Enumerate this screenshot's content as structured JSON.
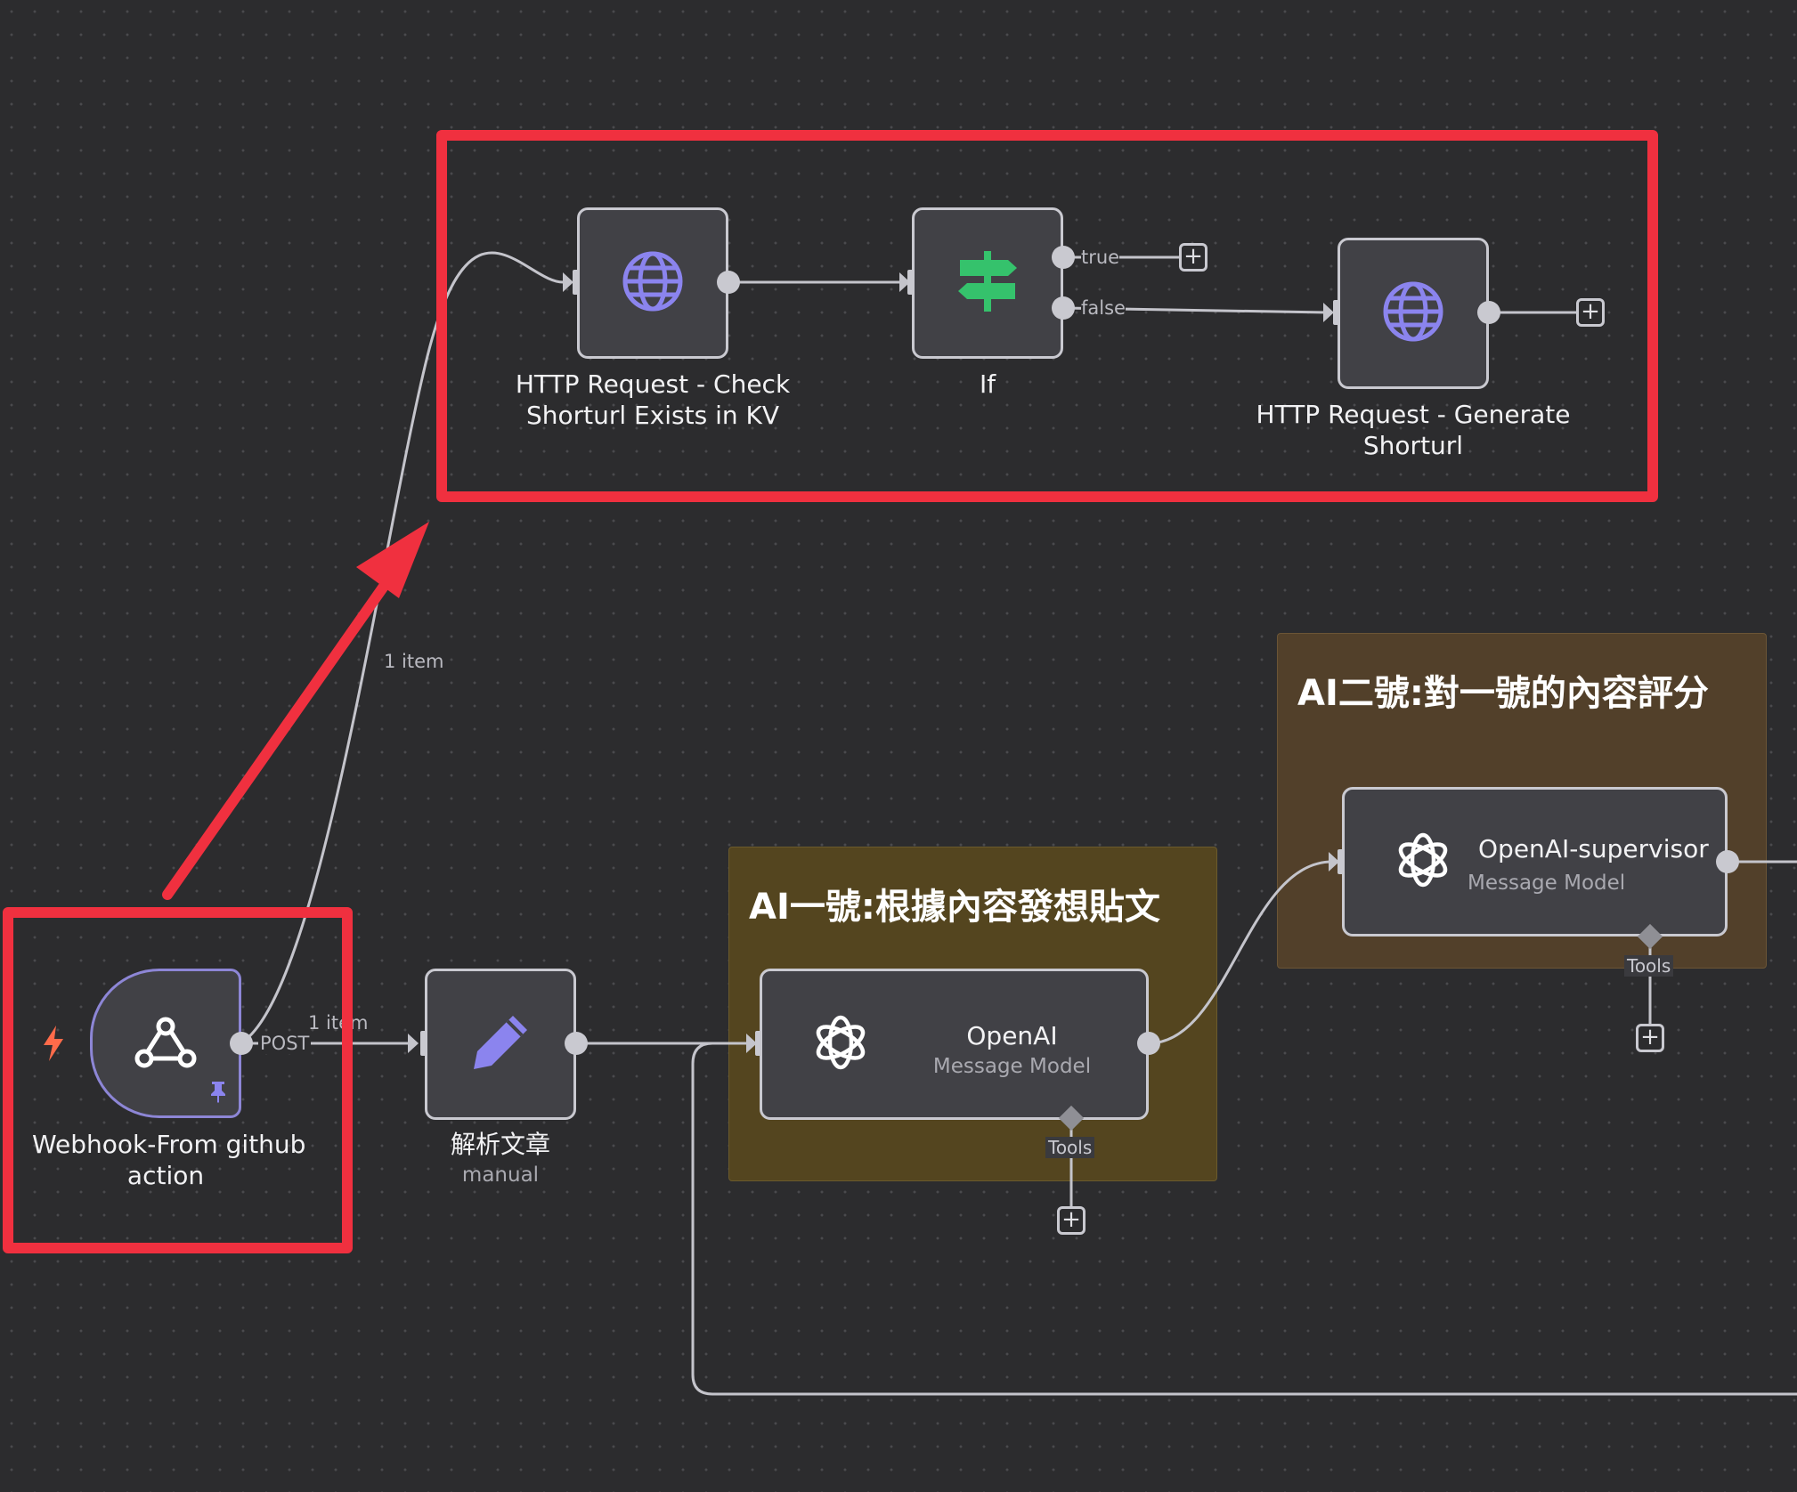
{
  "canvas": {
    "edge_label_1item": "1 item",
    "edge_label_1item_2": "1 item",
    "edge_label_post": "POST",
    "branch_true": "true",
    "branch_false": "false",
    "tools_label": "Tools",
    "plus_symbol": "+"
  },
  "sticky_notes": [
    {
      "title": "AI一號:根據內容發想貼文"
    },
    {
      "title": "AI二號:對一號的內容評分"
    }
  ],
  "nodes": {
    "webhook": {
      "name": "Webhook-From github",
      "name_line2": "action"
    },
    "http_check": {
      "name": "HTTP Request - Check",
      "name_line2": "Shorturl Exists in KV"
    },
    "if_node": {
      "name": "If"
    },
    "http_generate": {
      "name": "HTTP Request - Generate",
      "name_line2": "Shorturl"
    },
    "parse": {
      "name": "解析文章",
      "subtitle": "manual"
    },
    "openai": {
      "name": "OpenAI",
      "subtitle": "Message Model"
    },
    "openai_supervisor": {
      "name": "OpenAI-supervisor",
      "subtitle": "Message Model"
    }
  },
  "colors": {
    "background": "#2c2c2e",
    "highlight": "#f0303f",
    "http_icon": "#8b84ee",
    "if_icon": "#35c26c",
    "edit_icon": "#8b84ee",
    "trigger_icon": "#ff6b4a",
    "sticky_1": "#54451f",
    "sticky_2": "#52402a"
  },
  "icons": [
    "globe-icon",
    "signpost-icon",
    "pencil-icon",
    "webhook-icon",
    "openai-icon",
    "lightning-icon",
    "pin-icon",
    "plus-icon"
  ]
}
